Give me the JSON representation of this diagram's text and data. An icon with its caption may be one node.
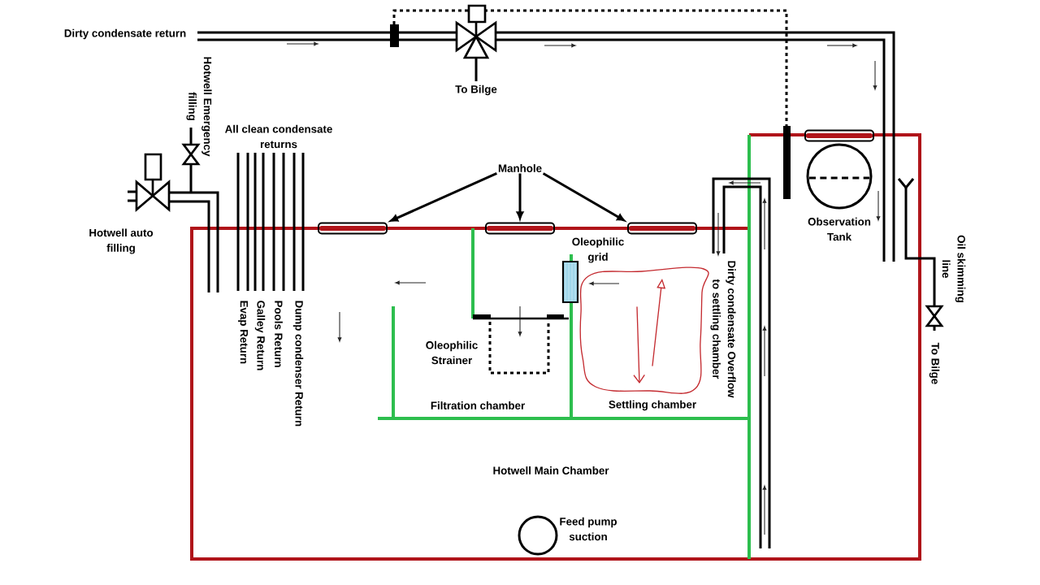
{
  "diagram": {
    "nodes": [
      {
        "text": [
          "Manhole"
        ]
      },
      {
        "text": [],
        "shape": "box"
      },
      {
        "text": [],
        "shape": "box"
      },
      {
        "text": [],
        "shape": "box"
      },
      {
        "text": [],
        "shape": "box"
      }
    ],
    "edges": [
      {
        "from": 0,
        "to": 1,
        "arrow": "to"
      },
      {
        "from": 0,
        "to": 2,
        "arrow": "to"
      },
      {
        "from": 0,
        "to": 3,
        "arrow": "to"
      }
    ],
    "labels": [
      "Dirty condensate return",
      "Hotwell Emergency filling",
      "To Bilge",
      "All clean condensate returns",
      "Observation Tank",
      "Hotwell auto filling",
      "Oil skimming line",
      "Oleophilic grid",
      "Dirty condensate Overflow to settling chamber",
      "Evap Return",
      "Galley Return",
      "Pools Return",
      "Dump condenser Return",
      "To Bilge",
      "Oleophilic Strainer",
      "Filtration chamber",
      "Settling chamber",
      "Hotwell Main Chamber",
      "Feed pump suction"
    ]
  }
}
